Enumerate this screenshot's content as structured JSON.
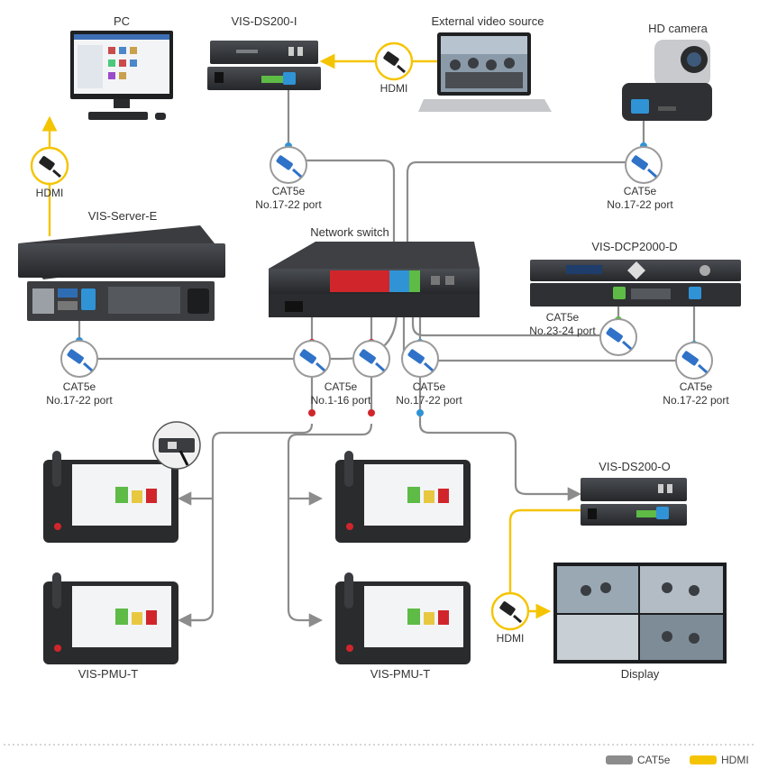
{
  "colors": {
    "cat5e_line": "#8c8c8c",
    "hdmi_line": "#f5c400",
    "port_red": "#d0262b",
    "port_blue": "#2f93d6",
    "port_green": "#5dbb46",
    "device_dark": "#2e3033",
    "device_mid": "#45484c",
    "badge_ring": "#9a9a9a",
    "hdmi_ring": "#f5c400"
  },
  "devices": {
    "pc": "PC",
    "ds200i": "VIS-DS200-I",
    "external_video": "External video source",
    "hd_camera": "HD camera",
    "server": "VIS-Server-E",
    "network_switch": "Network switch",
    "dcp2000": "VIS-DCP2000-D",
    "ds200o": "VIS-DS200-O",
    "display": "Display",
    "pmu_left": "VIS-PMU-T",
    "pmu_right": "VIS-PMU-T"
  },
  "connections": {
    "hdmi_pc": "HDMI",
    "hdmi_ds200i": "HDMI",
    "hdmi_display": "HDMI",
    "ds200i_cat": "CAT5e",
    "ds200i_port": "No.17-22 port",
    "camera_cat": "CAT5e",
    "camera_port": "No.17-22 port",
    "server_cat": "CAT5e",
    "server_port": "No.17-22 port",
    "dcp_green_cat": "CAT5e",
    "dcp_green_port": "No.23-24 port",
    "dcp_blue_cat": "CAT5e",
    "dcp_blue_port": "No.17-22 port",
    "pmu_cat": "CAT5e",
    "pmu_port": "No.1-16 port",
    "ds200o_cat": "CAT5e",
    "ds200o_port": "No.17-22 port"
  },
  "legend": {
    "cat5e": "CAT5e",
    "hdmi": "HDMI"
  },
  "icons": {
    "cable": "ethernet-cable-icon",
    "hdmi": "hdmi-plug-icon"
  }
}
